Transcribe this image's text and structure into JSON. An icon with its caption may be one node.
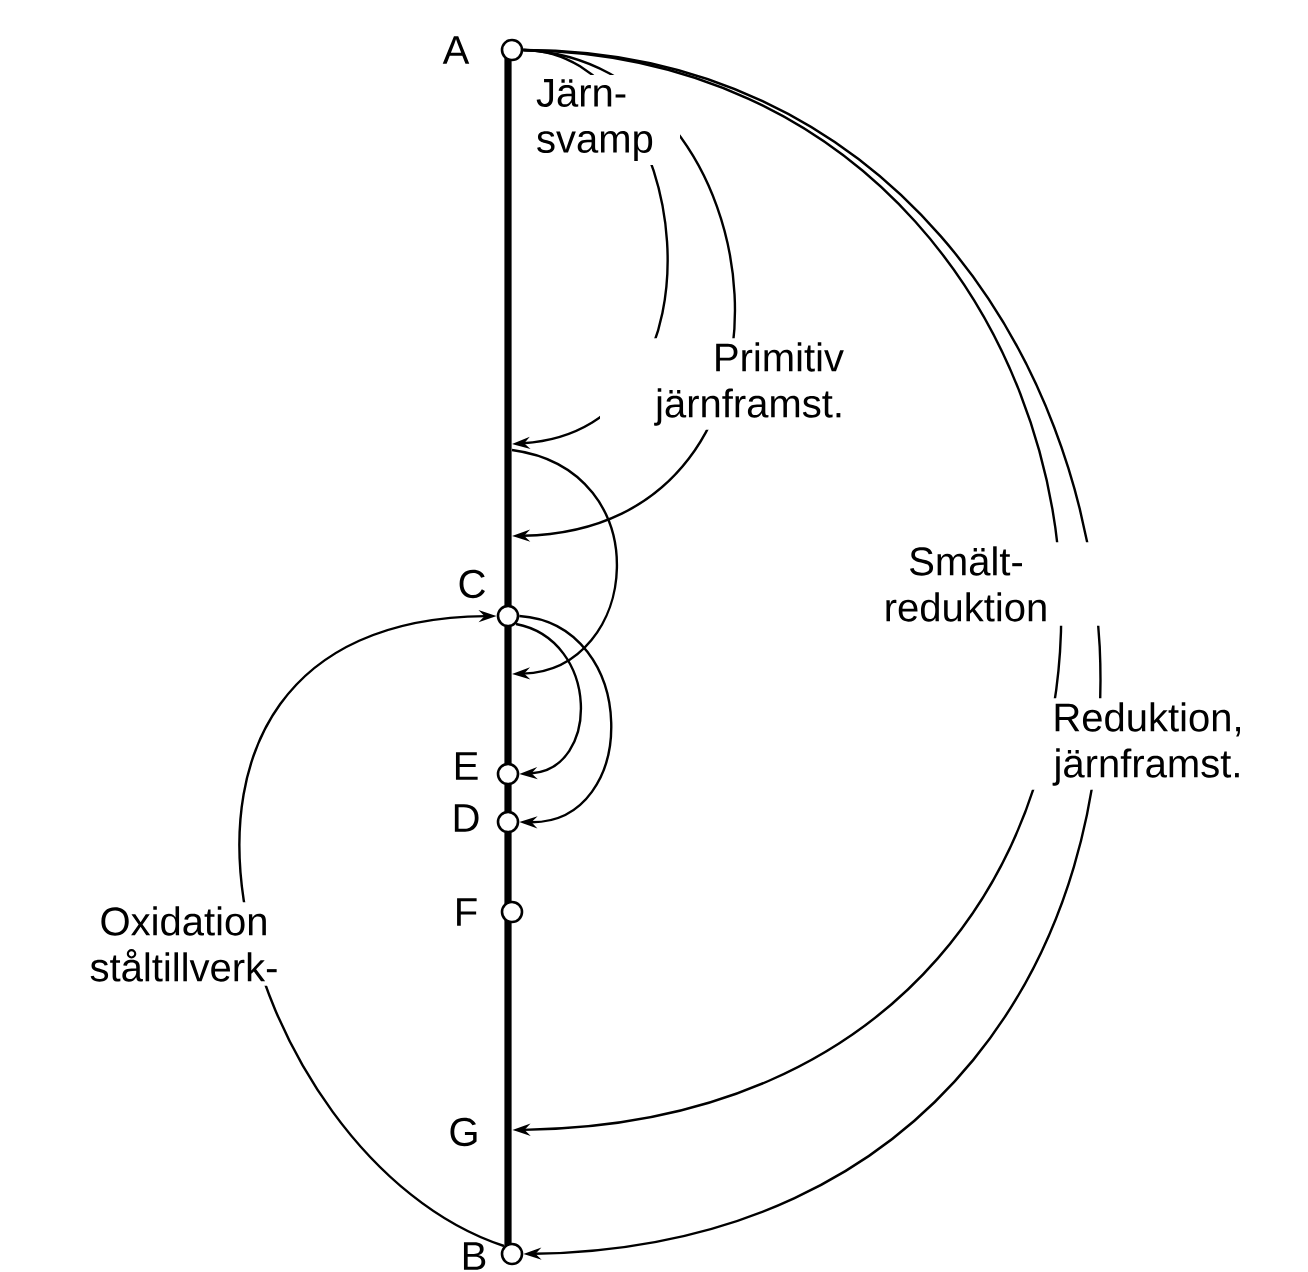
{
  "diagram": {
    "nodes": [
      {
        "text": [],
        "shape": "bar"
      },
      {
        "text": [
          "A"
        ]
      },
      {
        "text": [
          "C"
        ]
      },
      {
        "text": [
          "E"
        ]
      },
      {
        "text": [
          "D"
        ]
      },
      {
        "text": [
          "F"
        ]
      },
      {
        "text": [
          "G"
        ]
      },
      {
        "text": [
          "B"
        ]
      }
    ],
    "edges": [
      {
        "from": 1,
        "to": 0,
        "arrow": "to",
        "label": "Järn- svamp"
      },
      {
        "from": 1,
        "to": 0,
        "arrow": "to",
        "label": "Primitiv järnframst."
      },
      {
        "from": 0,
        "to": 0,
        "arrow": "to"
      },
      {
        "from": 2,
        "to": 3,
        "arrow": "to"
      },
      {
        "from": 2,
        "to": 4,
        "arrow": "to"
      },
      {
        "from": 1,
        "to": 6,
        "arrow": "to",
        "label": "Smält- reduktion"
      },
      {
        "from": 1,
        "to": 7,
        "arrow": "to",
        "label": "Reduktion, järnframst."
      },
      {
        "from": 7,
        "to": 2,
        "arrow": "to",
        "label": "Oxidation ståltillverk-"
      }
    ]
  }
}
